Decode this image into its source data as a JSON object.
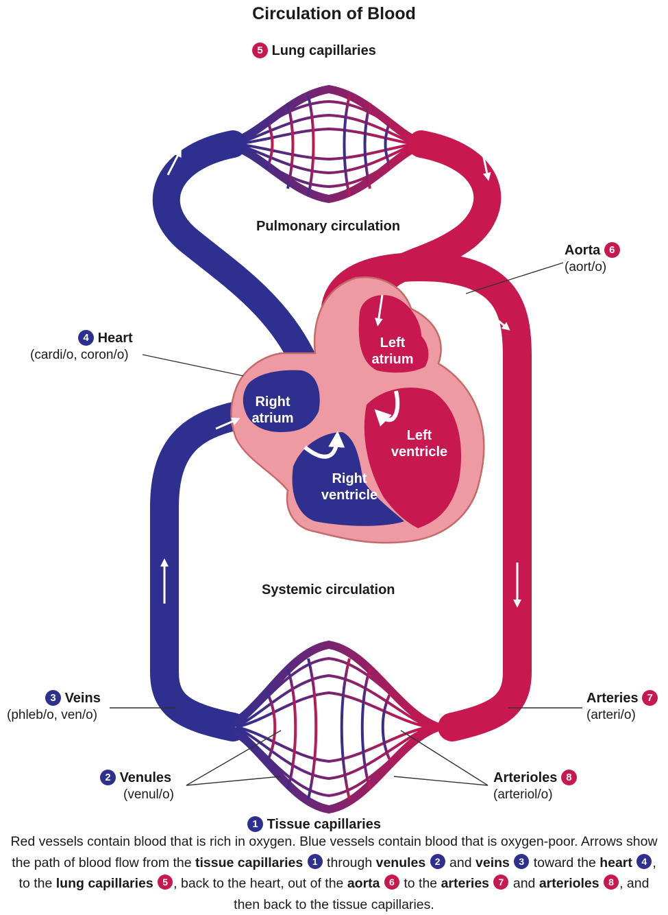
{
  "title": "Circulation of Blood",
  "labels": {
    "lung_capillaries": {
      "num": "5",
      "name": "Lung capillaries"
    },
    "pulmonary": "Pulmonary circulation",
    "systemic": "Systemic circulation",
    "aorta": {
      "num": "6",
      "name": "Aorta",
      "root": "(aort/o)"
    },
    "heart": {
      "num": "4",
      "name": "Heart",
      "root": "(cardi/o, coron/o)"
    },
    "veins": {
      "num": "3",
      "name": "Veins",
      "root": "(phleb/o, ven/o)"
    },
    "arteries": {
      "num": "7",
      "name": "Arteries",
      "root": "(arteri/o)"
    },
    "venules": {
      "num": "2",
      "name": "Venules",
      "root": "(venul/o)"
    },
    "arterioles": {
      "num": "8",
      "name": "Arterioles",
      "root": "(arteriol/o)"
    },
    "tissue_capillaries": {
      "num": "1",
      "name": "Tissue capillaries"
    }
  },
  "chambers": {
    "left_atrium": [
      "Left",
      "atrium"
    ],
    "right_atrium": [
      "Right",
      "atrium"
    ],
    "left_ventricle": [
      "Left",
      "ventricle"
    ],
    "right_ventricle": [
      "Right",
      "ventricle"
    ]
  },
  "caption": {
    "p1": "Red vessels contain blood that is rich in oxygen. Blue vessels contain blood that is oxygen-poor. Arrows show the path of blood flow from the ",
    "t1": "tissue capillaries",
    "n1": "1",
    "p2": " through ",
    "t2": "venules",
    "n2": "2",
    "p3": " and ",
    "t3": "veins",
    "n3": "3",
    "p4": " toward the ",
    "t4": "heart",
    "n4": "4",
    "p5": ", to the ",
    "t5": "lung capillaries",
    "n5": "5",
    "p6": ", back to the heart, out of the ",
    "t6": "aorta",
    "n6": "6",
    "p7": " to the ",
    "t7": "arteries",
    "n7": "7",
    "p8": " and ",
    "t8": "arterioles",
    "n8": "8",
    "p9": ", and then back to the tissue capillaries."
  },
  "colors": {
    "oxygen_poor": "#2e2f8f",
    "oxygen_rich": "#c7184f",
    "heart_wall": "#ee9aa3",
    "heart_outline": "#c46a6a"
  }
}
